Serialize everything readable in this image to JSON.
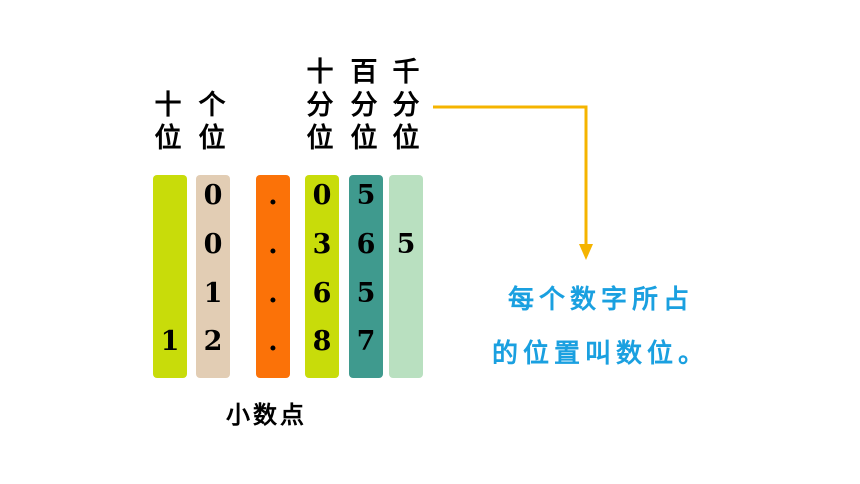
{
  "headers": [
    {
      "key": "tens",
      "lines": [
        "十",
        "位"
      ]
    },
    {
      "key": "ones",
      "lines": [
        "个",
        "位"
      ]
    },
    {
      "key": "tenths",
      "lines": [
        "十",
        "分",
        "位"
      ]
    },
    {
      "key": "hundredths",
      "lines": [
        "百",
        "分",
        "位"
      ]
    },
    {
      "key": "thousandths",
      "lines": [
        "千",
        "分",
        "位"
      ]
    }
  ],
  "columns": {
    "tens": {
      "color": "#c8dc0a",
      "digits": [
        "",
        "",
        "",
        "1"
      ]
    },
    "ones": {
      "color": "#e2cdb4",
      "digits": [
        "0",
        "0",
        "1",
        "2"
      ]
    },
    "point": {
      "color": "#fb7208",
      "digits": [
        ".",
        ".",
        ".",
        "."
      ]
    },
    "tenths": {
      "color": "#c8dc0a",
      "digits": [
        "0",
        "3",
        "6",
        "8"
      ]
    },
    "hundredths": {
      "color": "#3f9a8e",
      "digits": [
        "5",
        "6",
        "5",
        "7"
      ]
    },
    "thousandths": {
      "color": "#b9e0c0",
      "digits": [
        "",
        "5",
        "",
        ""
      ]
    }
  },
  "point_label": "小数点",
  "note": {
    "line1": "每个数字所占",
    "line2": "的位置叫数位。"
  },
  "arrow_color": "#f5b400"
}
